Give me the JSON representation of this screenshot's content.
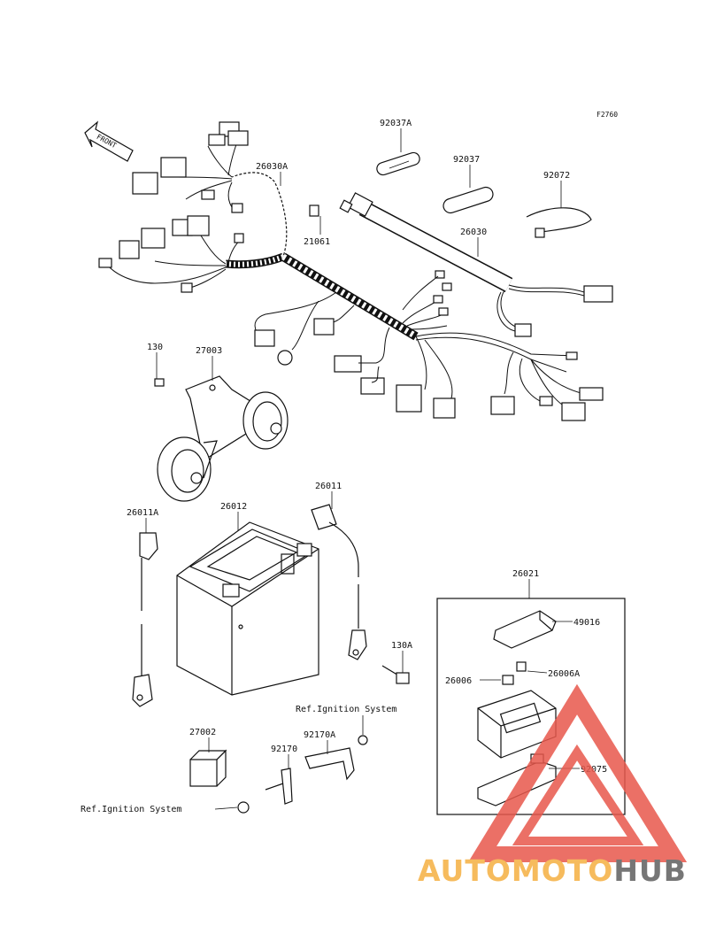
{
  "figure_code": "F2760",
  "front_label": "FRONT",
  "parts": {
    "p92037A": "92037A",
    "p92037": "92037",
    "p92072": "92072",
    "p26030A": "26030A",
    "p21061": "21061",
    "p26030": "26030",
    "p130": "130",
    "p27003": "27003",
    "p26011": "26011",
    "p26011A": "26011A",
    "p26012": "26012",
    "p130A": "130A",
    "p26021": "26021",
    "p49016": "49016",
    "p26006": "26006",
    "p26006A": "26006A",
    "p92075": "92075",
    "p27002": "27002",
    "p92170": "92170",
    "p92170A": "92170A"
  },
  "refs": {
    "ref_ignition_1": "Ref.Ignition System",
    "ref_ignition_2": "Ref.Ignition System"
  },
  "watermark": {
    "text_a": "AUTOMOTO",
    "text_b": "HUB",
    "color_red": "#e8584c",
    "color_orange": "#f5b041",
    "color_gray": "#5f5f5f"
  }
}
